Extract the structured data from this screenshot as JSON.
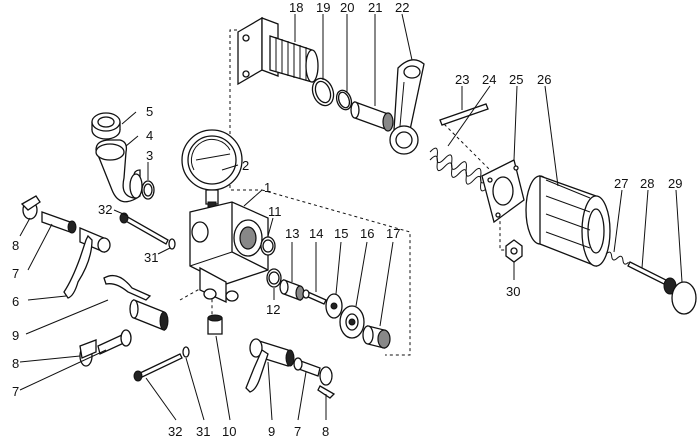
{
  "callouts": {
    "n1": "1",
    "n2": "2",
    "n3": "3",
    "n4": "4",
    "n5": "5",
    "n6": "6",
    "n7_left_upper": "7",
    "n7_left_lower": "7",
    "n7_bottom": "7",
    "n8_left_upper": "8",
    "n8_left_lower": "8",
    "n8_bottom": "8",
    "n9_left": "9",
    "n9_bottom": "9",
    "n10": "10",
    "n11": "11",
    "n12": "12",
    "n13": "13",
    "n14": "14",
    "n15": "15",
    "n16": "16",
    "n17": "17",
    "n18": "18",
    "n19": "19",
    "n20": "20",
    "n21": "21",
    "n22": "22",
    "n23": "23",
    "n24": "24",
    "n25": "25",
    "n26": "26",
    "n27": "27",
    "n28": "28",
    "n29": "29",
    "n30": "30",
    "n31_mid": "31",
    "n31_bottom": "31",
    "n32_mid": "32",
    "n32_bottom": "32"
  }
}
